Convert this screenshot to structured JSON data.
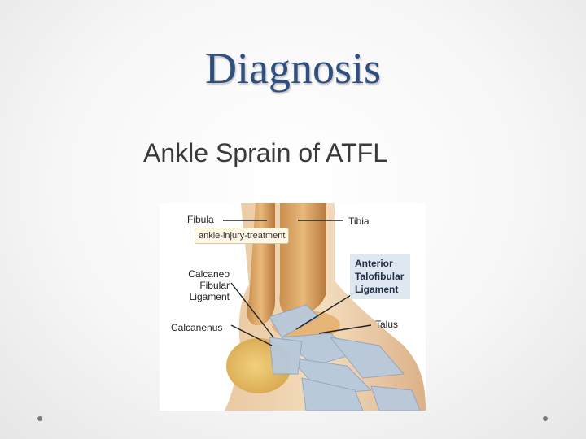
{
  "slide": {
    "title": "Diagnosis",
    "subtitle": "Ankle Sprain of ATFL"
  },
  "figure": {
    "watermark": "ankle-injury-treatment",
    "labels": {
      "fibula": "Fibula",
      "tibia": "Tibia",
      "calcaneo_fibular_ligament_line1": "Calcaneo",
      "calcaneo_fibular_ligament_line2": "Fibular",
      "calcaneo_fibular_ligament_line3": "Ligament",
      "atfl_line1": "Anterior",
      "atfl_line2": "Talofibular",
      "atfl_line3": "Ligament",
      "talus": "Talus",
      "calcanenus": "Calcanenus"
    }
  }
}
